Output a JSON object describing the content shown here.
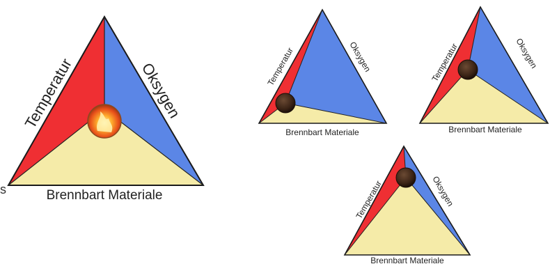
{
  "big": {
    "temperatur": "Temperatur",
    "oksygen": "Oksygen",
    "brennbart": "Brennbart Materiale"
  },
  "tl": {
    "temperatur": "Temperatur",
    "oksygen": "Oksygen",
    "brennbart": "Brennbart Materiale"
  },
  "tr": {
    "temperatur": "Temperatur",
    "oksygen": "Oksygen",
    "brennbart": "Brennbart Materiale"
  },
  "bot": {
    "temperatur": "Temperatur",
    "oksygen": "Oksygen",
    "brennbart": "Brennbart Materiale"
  },
  "stray_char": "s",
  "colors": {
    "red": "#ef2f33",
    "blue": "#5b86e6",
    "yellow": "#f5eba8",
    "edge": "#1a1a1a",
    "dark_ball": "#4a2e1f"
  }
}
